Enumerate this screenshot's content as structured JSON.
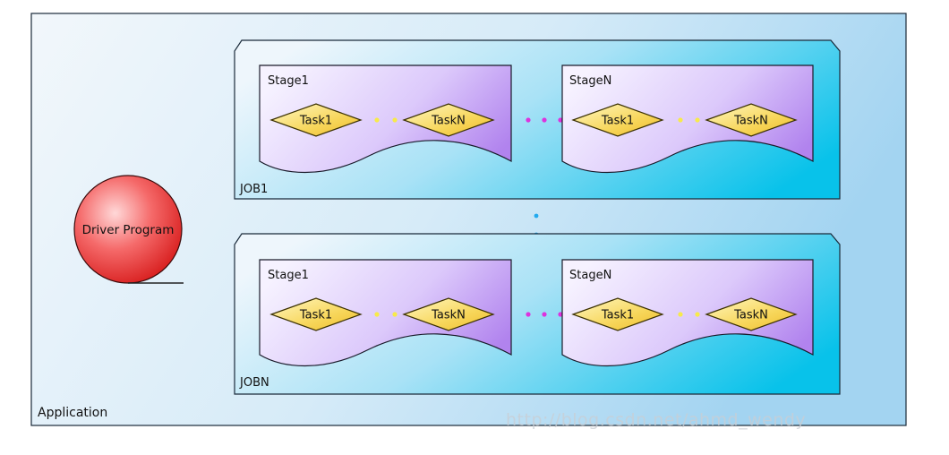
{
  "application": {
    "label": "Application"
  },
  "driver": {
    "label": "Driver Program"
  },
  "jobs": [
    {
      "label": "JOB1",
      "stages": [
        {
          "label": "Stage1",
          "tasks": [
            "Task1",
            "TaskN"
          ]
        },
        {
          "label": "StageN",
          "tasks": [
            "Task1",
            "TaskN"
          ]
        }
      ]
    },
    {
      "label": "JOBN",
      "stages": [
        {
          "label": "Stage1",
          "tasks": [
            "Task1",
            "TaskN"
          ]
        },
        {
          "label": "StageN",
          "tasks": [
            "Task1",
            "TaskN"
          ]
        }
      ]
    }
  ],
  "watermark": "http://blog.csdn.net/ahmd_wendy",
  "colors": {
    "application_bg_start": "#eef5fb",
    "application_bg_end": "#9ed2f0",
    "job_bg_start": "#eaf5fc",
    "job_bg_end": "#0cc4ea",
    "stage_bg_start": "#f3efff",
    "stage_bg_end": "#b58bef",
    "task_fill_light": "#fff4b0",
    "task_fill_dark": "#f2c840",
    "driver_fill_light": "#ffc9c9",
    "driver_fill_dark": "#dd1f1f",
    "dots_stage": "#dd33dd",
    "dots_task": "#f7ea4a",
    "dots_job": "#22aaee"
  }
}
